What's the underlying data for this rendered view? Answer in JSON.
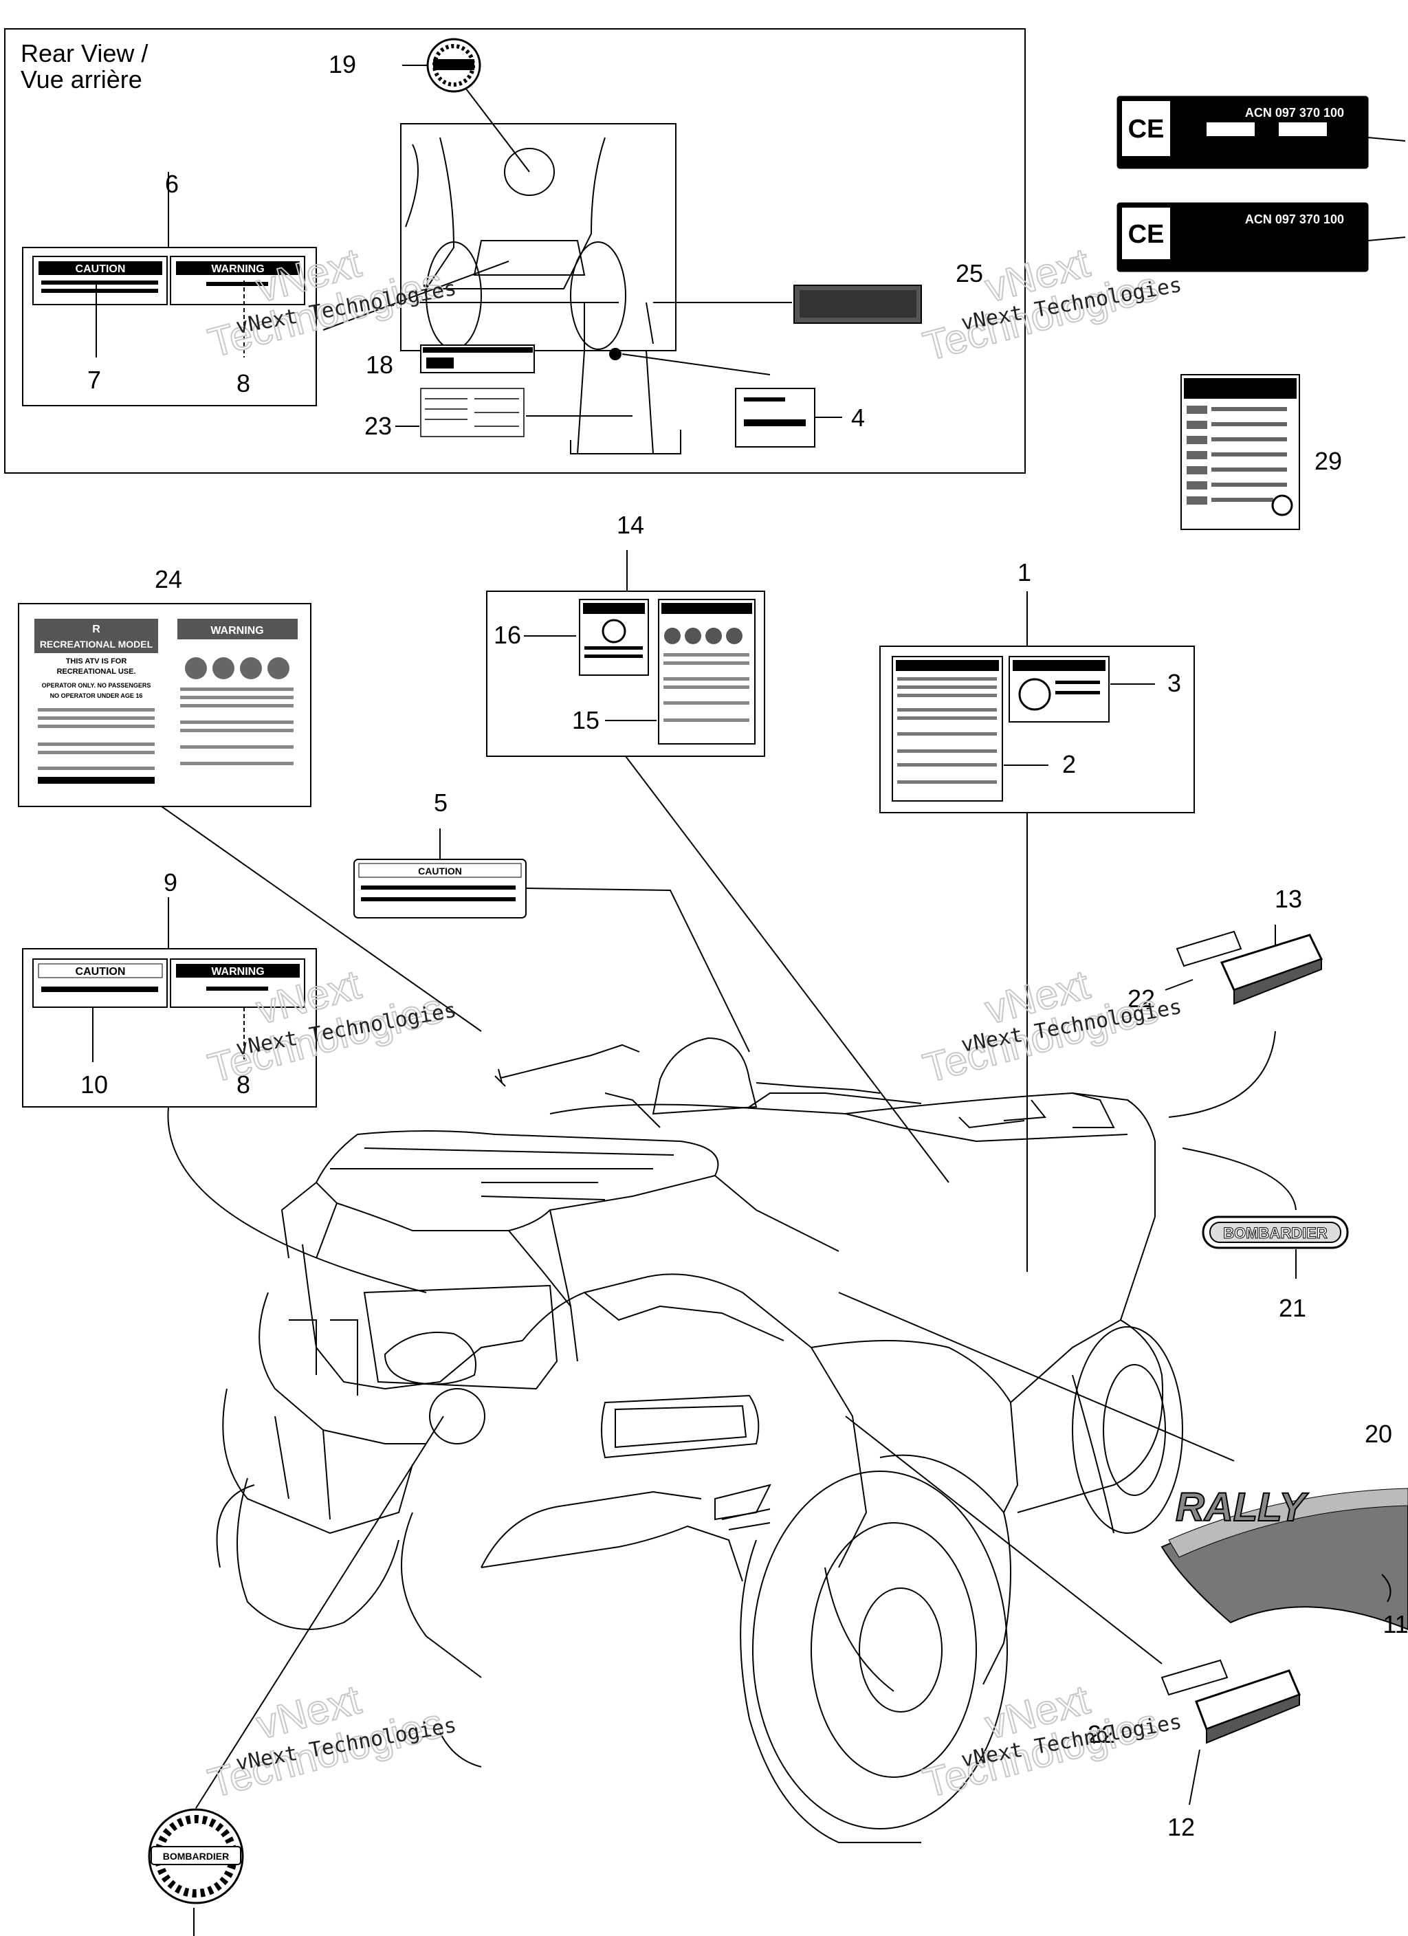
{
  "rear_view_title_line1": "Rear View /",
  "rear_view_title_line2": "Vue arrière",
  "callouts": {
    "c1": "1",
    "c2": "2",
    "c3": "3",
    "c4": "4",
    "c5": "5",
    "c6": "6",
    "c7": "7",
    "c8a": "8",
    "c8b": "8",
    "c9": "9",
    "c10": "10",
    "c11": "11",
    "c12": "12",
    "c13": "13",
    "c14": "14",
    "c15": "15",
    "c16": "16",
    "c18": "18",
    "c19": "19",
    "c20": "20",
    "c21": "21",
    "c22a": "22",
    "c22b": "22",
    "c23": "23",
    "c24": "24",
    "c25": "25",
    "c29": "29"
  },
  "labels": {
    "caution": "CAUTION",
    "warning": "WARNING",
    "recreational_model": "RECREATIONAL MODEL",
    "rec_r": "R",
    "rec_line1": "THIS ATV IS FOR",
    "rec_line2": "RECREATIONAL USE.",
    "rec_line3": "OPERATOR ONLY. NO PASSENGERS",
    "rec_line4": "NO OPERATOR UNDER AGE 16",
    "ce": "CE",
    "acn": "ACN 097 370 100",
    "bombardier": "BOMBARDIER",
    "rally": "RALLY"
  },
  "watermark": {
    "brand_line": "vNext Technologies",
    "big_line1": "vNext",
    "big_line2": "Technologies"
  }
}
